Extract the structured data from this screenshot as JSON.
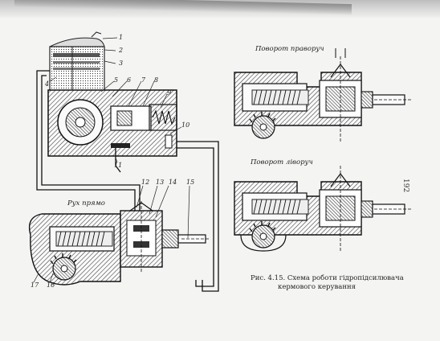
{
  "diagram": {
    "titles": {
      "right_turn": "Поворот праворуч",
      "left_turn": "Поворот ліворуч",
      "straight": "Рух прямо"
    },
    "callouts": [
      "1",
      "2",
      "3",
      "4",
      "5",
      "6",
      "7",
      "8",
      "9",
      "10",
      "11",
      "12",
      "13",
      "14",
      "15",
      "16",
      "17"
    ],
    "caption_lines": [
      "Рис. 4.15. Схема роботи гідропідсилювача",
      "кермового керування"
    ],
    "page_number": "192"
  }
}
